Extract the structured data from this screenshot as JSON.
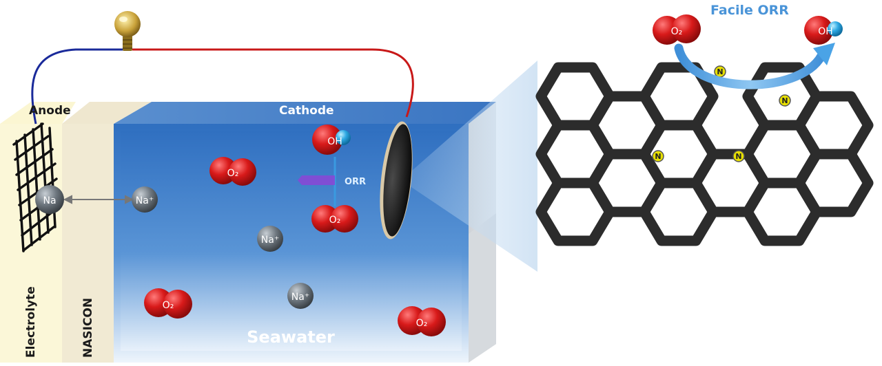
{
  "labels": {
    "anode": "Anode",
    "cathode": "Cathode",
    "electrolyte": "Electrolyte",
    "nasicon": "NASICON",
    "seawater": "Seawater",
    "orr": "ORR",
    "facile_orr": "Facile ORR"
  },
  "molecules": {
    "o2": "O₂",
    "oh": "OH",
    "na_ion": "Na⁺",
    "na": "Na"
  },
  "dopant": "N",
  "colors": {
    "seawater_top": "#2f6fc0",
    "seawater_bottom": "#e9f2fb",
    "oxygen": "#d01818",
    "hydrogen": "#29a6e0",
    "sodium": "#6f7880",
    "graphene": "#2c2c2c",
    "nitrogen": "#e8e000",
    "wire_positive": "#c81818",
    "wire_negative": "#1a2a9a",
    "arrow": "#4aa3e6"
  }
}
